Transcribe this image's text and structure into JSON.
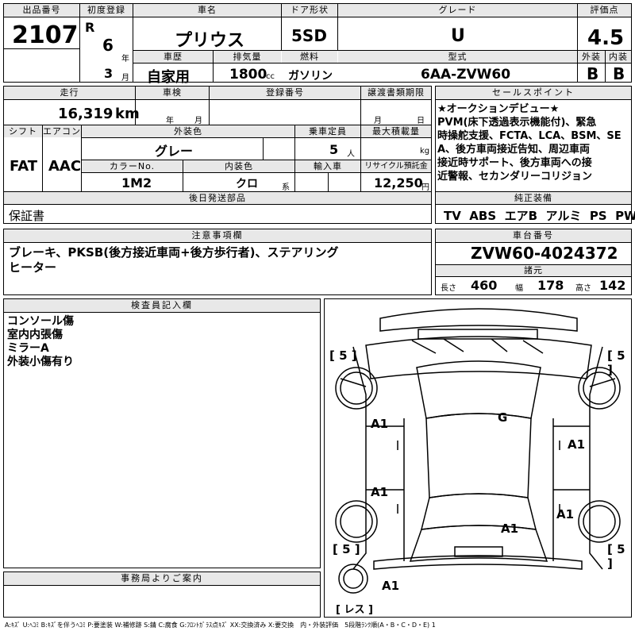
{
  "header": {
    "lot_label": "出品番号",
    "lot": "2107",
    "reg_label": "初度登録",
    "era": "R",
    "year": "6",
    "year_unit": "年",
    "month": "3",
    "month_unit": "月",
    "name_label": "車名",
    "name": "プリウス",
    "door_label": "ドア形状",
    "door": "5SD",
    "grade_label": "グレード",
    "grade": "U",
    "score_label": "評価点",
    "score": "4.5",
    "history_label": "車歴",
    "history": "自家用",
    "cc_label": "排気量",
    "cc": "1800",
    "cc_unit": "cc",
    "fuel_label": "燃料",
    "fuel": "ガソリン",
    "model_label": "型式",
    "model": "6AA-ZVW60",
    "ext_label": "外装",
    "ext": "B",
    "int_label": "内装",
    "int": "B"
  },
  "row2": {
    "mileage_label": "走行",
    "mileage": "16,319",
    "mileage_unit": "km",
    "inspection_label": "車検",
    "insp_year_unit": "年",
    "insp_month_unit": "月",
    "reg_no_label": "登録番号",
    "transfer_label": "譲渡書類期限",
    "transfer_month_unit": "月",
    "transfer_day_unit": "日",
    "shift_label": "シフト",
    "shift": "FAT",
    "ac_label": "エアコン",
    "ac": "AAC",
    "color_label": "外装色",
    "color": "グレー",
    "capacity_label": "乗車定員",
    "capacity": "5",
    "capacity_unit": "人",
    "load_label": "最大積載量",
    "load_unit": "kg",
    "color_no_label": "カラーNo.",
    "color_no": "1M2",
    "int_color_label": "内装色",
    "int_color": "クロ",
    "int_color_unit": "系",
    "import_label": "輸入車",
    "recycle_label": "リサイクル預託金",
    "recycle": "12,250",
    "recycle_unit": "円",
    "later_label": "後日発送部品",
    "later": "保証書"
  },
  "sales": {
    "label": "セールスポイント",
    "lines": [
      "★オークションデビュー★",
      "PVM(床下透過表示機能付)、緊急",
      "時操舵支援、FCTA、LCA、BSM、SE",
      "A、後方車両接近告知、周辺車両",
      "接近時サポート、後方車両への接",
      "近警報、セカンダリーコリジョン"
    ]
  },
  "equipment": {
    "label": "純正装備",
    "items": [
      "TV",
      "ABS",
      "エアB",
      "アルミ",
      "PS",
      "PW"
    ]
  },
  "notes": {
    "label": "注意事項欄",
    "lines": [
      "ブレーキ、PKSB(後方接近車両+後方歩行者)、ステアリング",
      "ヒーター"
    ]
  },
  "chassis": {
    "label": "車台番号",
    "value": "ZVW60-4024372"
  },
  "specs": {
    "label": "諸元",
    "length_label": "長さ",
    "length": "460",
    "width_label": "幅",
    "width": "178",
    "height_label": "高さ",
    "height": "142"
  },
  "inspector": {
    "label": "検査員記入欄",
    "lines": [
      "コンソール傷",
      "室内内張傷",
      "ミラーA",
      "外装小傷有り"
    ]
  },
  "office": {
    "label": "事務局よりご案内"
  },
  "diagram": {
    "tire_fl": "5",
    "tire_fr": "5",
    "tire_rl": "5",
    "tire_rr": "5",
    "marks": [
      "A1",
      "G",
      "A1",
      "A1",
      "A1",
      "A1",
      "A1"
    ],
    "spare": "レス"
  },
  "legend": "A:ｷｽﾞ U:ﾍｺﾐ B:ｷｽﾞを伴うﾍｺﾐ P:要塗装 W:補修跡 S:錆 C:腐食 G:ﾌﾛﾝﾄｶﾞﾗｽ点ｷｽﾞ XX:交換済み X:要交換　内・外装評価　5段階ﾗﾝｸ順(A・B・C・D・E) 1"
}
